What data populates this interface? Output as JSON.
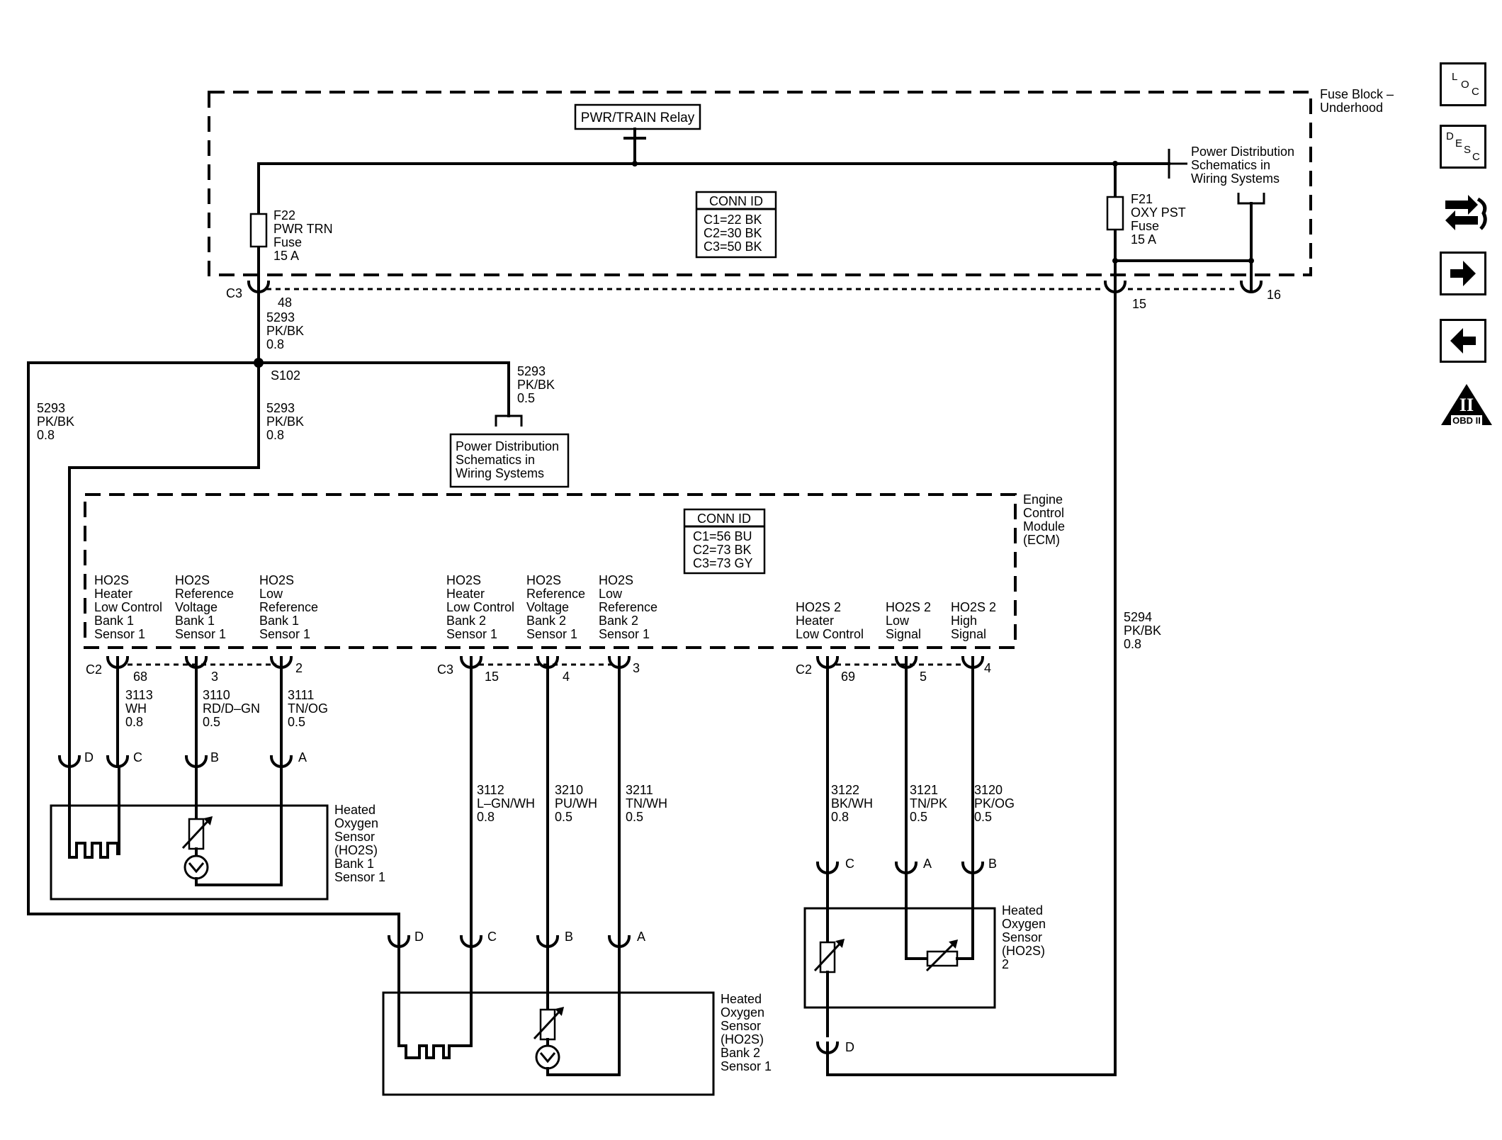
{
  "fuse_block": {
    "title_line1": "Fuse Block –",
    "title_line2": "Underhood",
    "relay": "PWR/TRAIN Relay",
    "conn_id": {
      "title": "CONN ID",
      "lines": [
        "C1=22 BK",
        "C2=30 BK",
        "C3=50 BK"
      ]
    },
    "fuse_f22": [
      "F22",
      "PWR TRN",
      "Fuse",
      "15 A"
    ],
    "fuse_f21": [
      "F21",
      "OXY PST",
      "Fuse",
      "15 A"
    ],
    "ref_pd_top": [
      "Power Distribution",
      "Schematics in",
      "Wiring Systems"
    ],
    "connector": "C3",
    "pins": {
      "f22": "48",
      "f21": "15",
      "pd": "16"
    }
  },
  "circuits": {
    "c5293_out": [
      "5293",
      "PK/BK",
      "0.8"
    ],
    "splice": "S102",
    "c5293_left": [
      "5293",
      "PK/BK",
      "0.8"
    ],
    "c5293_mid": [
      "5293",
      "PK/BK",
      "0.8"
    ],
    "c5293_pd": [
      "5293",
      "PK/BK",
      "0.5"
    ],
    "c5294": [
      "5294",
      "PK/BK",
      "0.8"
    ],
    "c3113": [
      "3113",
      "WH",
      "0.8"
    ],
    "c3110": [
      "3110",
      "RD/D–GN",
      "0.5"
    ],
    "c3111": [
      "3111",
      "TN/OG",
      "0.5"
    ],
    "c3112": [
      "3112",
      "L–GN/WH",
      "0.8"
    ],
    "c3210": [
      "3210",
      "PU/WH",
      "0.5"
    ],
    "c3211": [
      "3211",
      "TN/WH",
      "0.5"
    ],
    "c3122": [
      "3122",
      "BK/WH",
      "0.8"
    ],
    "c3121": [
      "3121",
      "TN/PK",
      "0.5"
    ],
    "c3120": [
      "3120",
      "PK/OG",
      "0.5"
    ]
  },
  "ref_pd_mid": [
    "Power Distribution",
    "Schematics in",
    "Wiring Systems"
  ],
  "ecm": {
    "title": [
      "Engine",
      "Control",
      "Module",
      "(ECM)"
    ],
    "conn_id": {
      "title": "CONN ID",
      "lines": [
        "C1=56 BU",
        "C2=73 BK",
        "C3=73 GY"
      ]
    },
    "labels": {
      "b1_heater": [
        "HO2S",
        "Heater",
        "Low Control",
        "Bank 1",
        "Sensor 1"
      ],
      "b1_refv": [
        "HO2S",
        "Reference",
        "Voltage",
        "Bank 1",
        "Sensor 1"
      ],
      "b1_lowref": [
        "HO2S",
        "Low",
        "Reference",
        "Bank 1",
        "Sensor 1"
      ],
      "b2_heater": [
        "HO2S",
        "Heater",
        "Low Control",
        "Bank 2",
        "Sensor 1"
      ],
      "b2_refv": [
        "HO2S",
        "Reference",
        "Voltage",
        "Bank 2",
        "Sensor 1"
      ],
      "b2_lowref": [
        "HO2S",
        "Low",
        "Reference",
        "Bank 2",
        "Sensor 1"
      ],
      "s2_heater": [
        "HO2S 2",
        "Heater",
        "Low Control"
      ],
      "s2_low": [
        "HO2S 2",
        "Low",
        "Signal"
      ],
      "s2_high": [
        "HO2S 2",
        "High",
        "Signal"
      ]
    },
    "conn_g1": "C2",
    "conn_g2": "C3",
    "conn_g3": "C2",
    "pins": {
      "g1": [
        "68",
        "3",
        "2"
      ],
      "g2": [
        "15",
        "4",
        "3"
      ],
      "g3": [
        "69",
        "5",
        "4"
      ]
    }
  },
  "sensors": {
    "bank1": {
      "label": [
        "Heated",
        "Oxygen",
        "Sensor",
        "(HO2S)",
        "Bank 1",
        "Sensor 1"
      ],
      "pins": [
        "D",
        "C",
        "B",
        "A"
      ]
    },
    "bank2": {
      "label": [
        "Heated",
        "Oxygen",
        "Sensor",
        "(HO2S)",
        "Bank 2",
        "Sensor 1"
      ],
      "pins": [
        "D",
        "C",
        "B",
        "A"
      ]
    },
    "sensor2": {
      "label": [
        "Heated",
        "Oxygen",
        "Sensor",
        "(HO2S)",
        "2"
      ],
      "pins": [
        "C",
        "A",
        "B",
        "D"
      ]
    }
  },
  "nav": {
    "loc": [
      "L",
      "O",
      "C"
    ],
    "desc": [
      "D",
      "E",
      "S",
      "C"
    ],
    "obd": [
      "II",
      "OBD II"
    ],
    "icons": [
      "connector-icon",
      "next-arrow-icon",
      "back-arrow-icon"
    ]
  }
}
